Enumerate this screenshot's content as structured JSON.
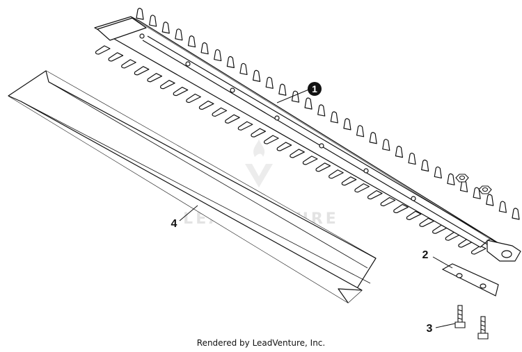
{
  "diagram": {
    "callouts": [
      {
        "id": "1",
        "label": "1"
      },
      {
        "id": "2",
        "label": "2"
      },
      {
        "id": "3",
        "label": "3"
      },
      {
        "id": "4",
        "label": "4"
      }
    ],
    "watermark": "LEADVENTURE"
  },
  "footer": {
    "text": "Rendered by LeadVenture, Inc."
  }
}
